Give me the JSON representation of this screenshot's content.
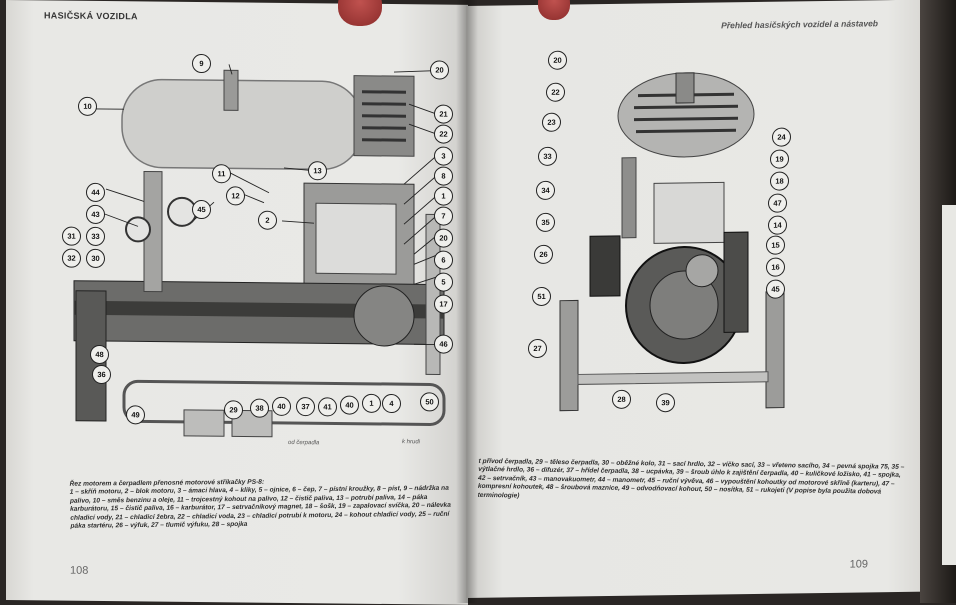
{
  "left_page": {
    "header": "HASIČSKÁ VOZIDLA",
    "page_number": "108",
    "direction_labels": [
      "od čerpadla",
      "k hrudi"
    ],
    "caption_title": "Řez motorem a čerpadlem přenosné motorové stříkačky PS-8:",
    "caption_body": "1 – skříň motoru, 2 – blok motoru, 3 – ámaci hlava, 4 – kliky, 5 – ojnice, 6 – čep, 7 – pístní kroužky, 8 – píst, 9 – nádržka na palivo, 10 – směs benzinu a oleje, 11 – trojcestný kohout na palivo, 12 – čistič paliva, 13 – potrubí paliva, 14 – páka karburátoru, 15 – čistič paliva, 16 – karburátor, 17 – setrvačníkový magnet, 18 – šošk, 19 – zapalovací svíčka, 20 – nálevka chladicí vody, 21 – chladicí žebra, 22 – chladicí voda, 23 – chladicí potrubí k motoru, 24 – kohout chladicí vody, 25 – ruční páka startéru, 26 – výfuk, 27 – tlumič výfuku, 28 – spojka"
  },
  "right_page": {
    "header": "Přehled hasičských vozidel a nástaveb",
    "page_number": "109",
    "caption_body": "t přívod čerpadla, 29 – těleso čerpadla, 30 – oběžné kolo, 31 – sací hrdlo, 32 – víčko sací, 33 – vřeteno sacího, 34 – pevná spojka 75, 35 – výtlačné hrdlo, 36 – difuzér, 37 – hřídel čerpadla, 38 – ucpávka, 39 – šroub úhlo k zajištění čerpadla, 40 – kuličkové ložisko, 41 – spojka, 42 – setrvačník, 43 – manovakuometr, 44 – manometr, 45 – ruční vývěva, 46 – vypouštění kohoutky od motorové skříně (karteru), 47 – kompresní kohoutek, 48 – šroubová maznice, 49 – odvodňovací kohout, 50 – nosítka, 51 – rukojeti (V popise byla použita dobová terminologie)"
  },
  "left_callouts": [
    "9",
    "20",
    "10",
    "21",
    "22",
    "3",
    "13",
    "11",
    "12",
    "8",
    "1",
    "7",
    "44",
    "2",
    "20",
    "43",
    "45",
    "6",
    "31",
    "33",
    "5",
    "32",
    "30",
    "17",
    "46",
    "48",
    "36",
    "49",
    "29",
    "38",
    "40",
    "37",
    "41",
    "40",
    "1",
    "4",
    "50"
  ],
  "right_callouts": [
    "20",
    "22",
    "23",
    "24",
    "33",
    "19",
    "18",
    "34",
    "47",
    "14",
    "35",
    "15",
    "16",
    "26",
    "45",
    "51",
    "27",
    "28",
    "39"
  ]
}
